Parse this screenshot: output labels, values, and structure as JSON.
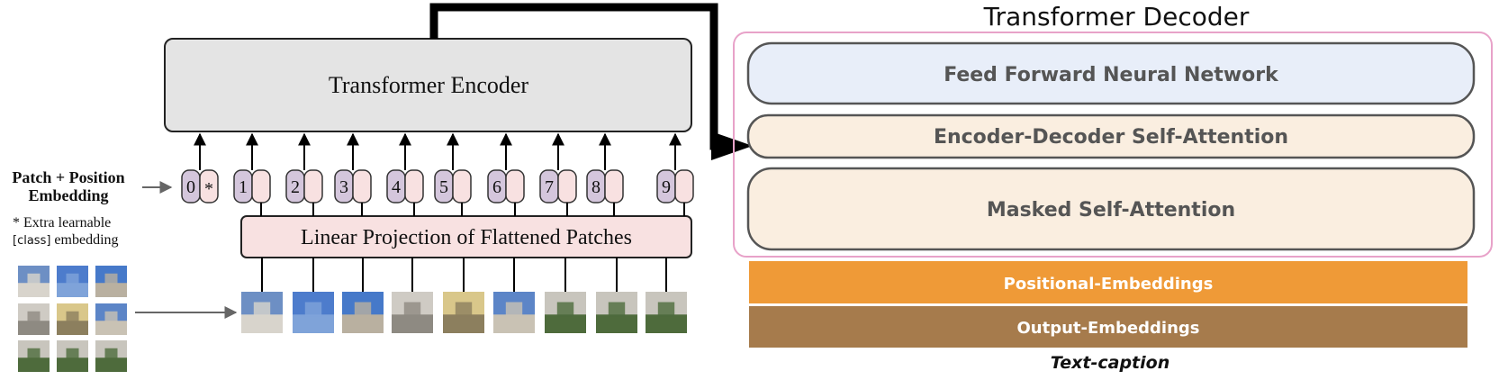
{
  "encoder": {
    "title": "Transformer Encoder",
    "projection_label": "Linear Projection of Flattened Patches",
    "embed_label_line1": "Patch + Position",
    "embed_label_line2": "Embedding",
    "extra_line1": "* Extra learnable",
    "extra_code": "[class]",
    "extra_rest": " embedding",
    "tokens": [
      "0",
      "1",
      "2",
      "3",
      "4",
      "5",
      "6",
      "7",
      "8",
      "9"
    ],
    "class_marker": "*"
  },
  "decoder": {
    "title": "Transformer Decoder",
    "ffn_label": "Feed Forward Neural Network",
    "cross_attn_label": "Encoder-Decoder Self-Attention",
    "masked_attn_label": "Masked Self-Attention",
    "positional_label": "Positional-Embeddings",
    "output_label": "Output-Embeddings",
    "caption": "Text-caption"
  },
  "colors": {
    "encoder_fill": "#e4e4e4",
    "projection_fill": "#f8e1e1",
    "token_purple": "#d4c6dc",
    "token_pink": "#f8e1e1",
    "ffn_fill": "#e8eef9",
    "attn_fill": "#faeee0",
    "decoder_border": "#e8a2c9",
    "positional_fill": "#ef9a37",
    "output_fill": "#a67b4c"
  },
  "patch_tiles": [
    "sky-building",
    "sky",
    "sky-tower",
    "facade",
    "yellow-facade",
    "blue-building",
    "street",
    "street",
    "street"
  ]
}
